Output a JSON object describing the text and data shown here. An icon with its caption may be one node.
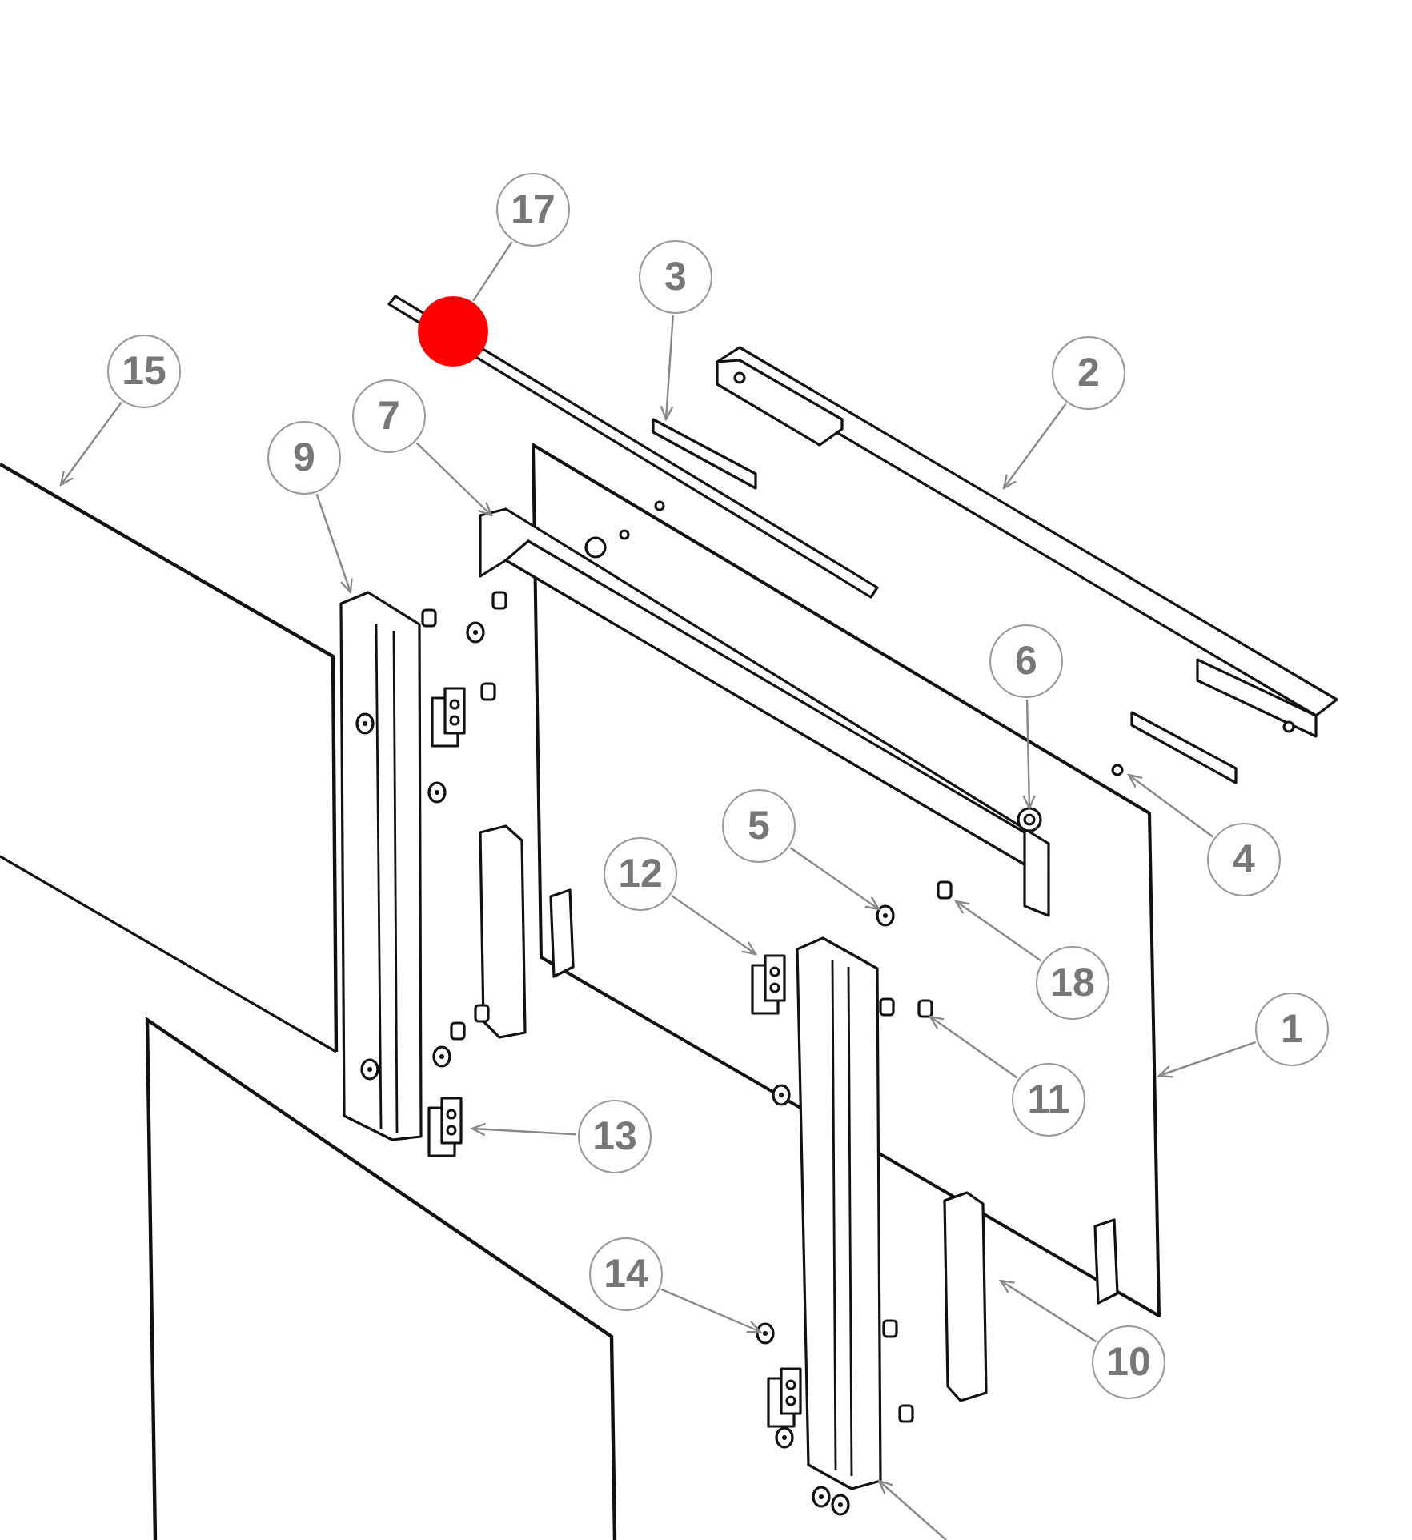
{
  "diagram": {
    "nodes": [
      {
        "text": [
          "17"
        ]
      },
      {
        "text": [],
        "shape": "circle"
      },
      {
        "text": [
          "3"
        ]
      },
      {
        "text": [
          "2"
        ]
      },
      {
        "text": [
          "15"
        ]
      },
      {
        "text": [
          "7"
        ]
      },
      {
        "text": [
          "9"
        ]
      },
      {
        "text": [
          "6"
        ]
      },
      {
        "text": [
          "4"
        ]
      },
      {
        "text": [
          "5"
        ]
      },
      {
        "text": [
          "12"
        ]
      },
      {
        "text": [
          "18"
        ]
      },
      {
        "text": [
          "1"
        ]
      },
      {
        "text": [
          "11"
        ]
      },
      {
        "text": [
          "13"
        ]
      },
      {
        "text": [
          "14"
        ]
      },
      {
        "text": [
          "10"
        ]
      }
    ],
    "edges": [
      {
        "from": 0,
        "to": 1,
        "arrow": "none"
      },
      {
        "from": 2,
        "to": null,
        "arrow": "to"
      },
      {
        "from": 3,
        "to": null,
        "arrow": "to"
      },
      {
        "from": 4,
        "to": null,
        "arrow": "to"
      },
      {
        "from": 5,
        "to": null,
        "arrow": "to"
      },
      {
        "from": 6,
        "to": null,
        "arrow": "to"
      },
      {
        "from": 7,
        "to": null,
        "arrow": "to"
      },
      {
        "from": 8,
        "to": null,
        "arrow": "to"
      },
      {
        "from": 9,
        "to": null,
        "arrow": "to"
      },
      {
        "from": 10,
        "to": null,
        "arrow": "to"
      },
      {
        "from": 11,
        "to": null,
        "arrow": "to"
      },
      {
        "from": 12,
        "to": null,
        "arrow": "to"
      },
      {
        "from": 13,
        "to": null,
        "arrow": "to"
      },
      {
        "from": 14,
        "to": null,
        "arrow": "to"
      },
      {
        "from": 15,
        "to": null,
        "arrow": "to"
      },
      {
        "from": 16,
        "to": null,
        "arrow": "to"
      }
    ]
  }
}
